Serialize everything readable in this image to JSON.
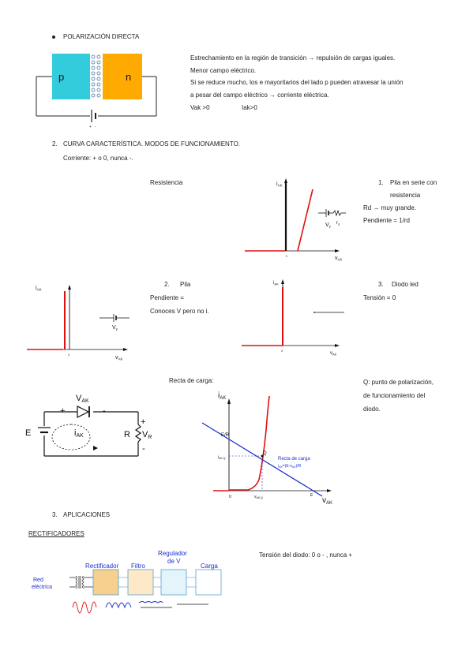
{
  "section1": {
    "bullet_title": "POLARIZACIÓN DIRECTA",
    "desc_lines": [
      "Estrechamiento en la región de transición → repulsión de cargas iguales.",
      "Menor campo eléctrico.",
      "Si se reduce mucho, los e mayoritarios del lado p pueden atravesar la unión",
      "a pesar del campo eléctrico → corriente eléctrica."
    ],
    "vak": "Vak >0",
    "iak": "Iak>0",
    "fig": {
      "p_label": "p",
      "n_label": "n",
      "batt_plus": "+",
      "batt_minus": "-"
    }
  },
  "section2": {
    "number": "2.",
    "title": "CURVA CARACTERÍSTICA. MODOS DE FUNCIONAMIENTO.",
    "corriente": "Corriente: + o 0, nunca -.",
    "resistencia_label": "Resistencia",
    "mode1": {
      "number": "1.",
      "line1": "Pila en serie con",
      "line2": "resistencia",
      "rd": "Rd → muy grande.",
      "pendiente": "Pendiente = 1/rd"
    },
    "graph1": {
      "y": "i",
      "y_sub": "AK",
      "x": "v",
      "x_sub": "AK",
      "origin": "0",
      "vy": "V",
      "vy_sub": "γ",
      "rd": "r",
      "rd_sub": "d"
    },
    "mode2": {
      "number": "2.",
      "title": "Pila",
      "pendiente": "Pendiente =",
      "conoces": "Conoces V pero no i."
    },
    "graph2": {
      "y": "i",
      "y_sub": "AK",
      "x": "v",
      "x_sub": "AK",
      "origin": "0",
      "vy": "V",
      "vy_sub": "γ"
    },
    "mode3": {
      "number": "3.",
      "title": "Diodo led",
      "tension": "Tensión = 0"
    },
    "graph3": {
      "y": "i",
      "y_sub": "AK",
      "x": "v",
      "x_sub": "AK",
      "origin": "0"
    },
    "recta_label": "Recta de carga:",
    "q_text": [
      "Q: punto de polarización,",
      "de funcionamiento del",
      "diodo."
    ],
    "circuit": {
      "vak": "V",
      "vak_sub": "AK",
      "plus": "+",
      "minus": "-",
      "iak": "i",
      "iak_sub": "AK",
      "e": "E",
      "r": "R",
      "vr": "V",
      "vr_sub": "R",
      "plus2": "+",
      "minus2": "-"
    },
    "load_graph": {
      "y": "i",
      "y_sub": "AK",
      "x": "v",
      "x_sub": "AK",
      "er": "E/R",
      "iakq": "i",
      "iakq_sub": "AK,Q",
      "q": "Q",
      "origin": "0",
      "vakq": "v",
      "vakq_sub": "AK,Q",
      "e": "E",
      "recta1": "Recta de carga",
      "recta2": "i",
      "recta2_sub": "AK",
      "recta2_rest": "=(E-v",
      "recta2_sub2": "AK",
      "recta2_end": ")/R"
    }
  },
  "section3": {
    "number": "3.",
    "title": "APLICACIONES",
    "rectificadores": "RECTIFICADORES",
    "tension_diodo": "Tensión del diodo: 0 o - , nunca +",
    "blocks": {
      "red1": "Red",
      "red2": "eléctrica",
      "rect": "Rectificador",
      "filtro": "Filtro",
      "reg1": "Regulador",
      "reg2": "de V",
      "carga": "Carga"
    }
  },
  "colors": {
    "p_region": "#33ccdd",
    "n_region": "#ffaa00",
    "curve_red": "#e01010",
    "load_line_blue": "#1a2fd0",
    "rect_fill": "#f7cf8f",
    "filtro_fill": "#fde8c8",
    "reg_fill": "#e4f4fb",
    "block_border": "#5aa0d0"
  }
}
